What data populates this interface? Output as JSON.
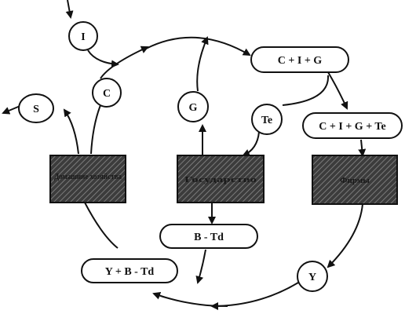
{
  "diagram": {
    "nodes": {
      "I": "I",
      "C": "C",
      "S": "S",
      "G": "G",
      "Te": "Te",
      "CIG": "C + I + G",
      "CIGTe": "C + I + G + Te",
      "BTd": "B - Td",
      "YBTd": "Y + B - Td",
      "Y": "Y"
    },
    "boxes": {
      "households": "Домашние хозяйства",
      "government": "Государство",
      "firms": "Фирмы"
    },
    "colors": {
      "line": "#111111",
      "box_fill": "#4a4a4a",
      "background": "#ffffff"
    }
  }
}
